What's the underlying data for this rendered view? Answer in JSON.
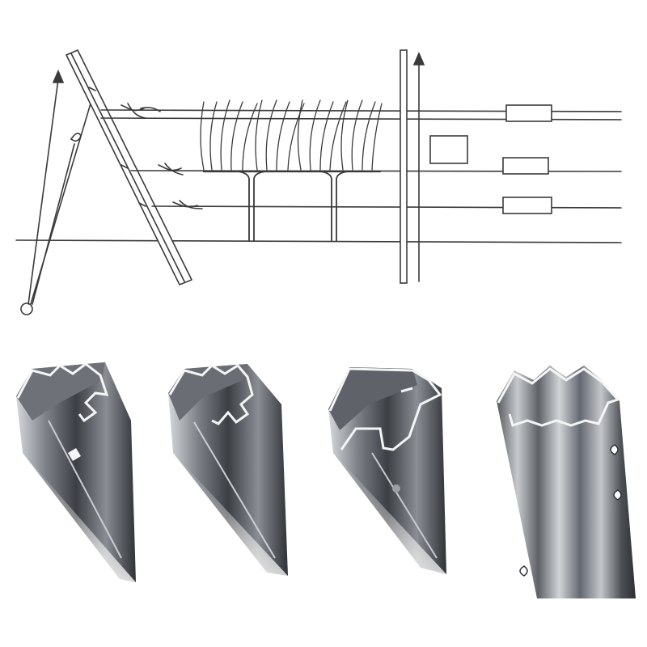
{
  "figure": {
    "background": "#ffffff",
    "line_color": "#3a3a3a",
    "metal_dark": "#3c3f44",
    "metal_mid": "#7d8187",
    "metal_light": "#d6d9dc",
    "edge_highlight": "#f4f5f6"
  },
  "trellis": {
    "elements": [
      "anchor-stake",
      "tie-back-wire",
      "end-post",
      "catch-wires",
      "fruiting-wire",
      "vine-trunks",
      "cane-shoots",
      "line-post",
      "wire-tensioners",
      "label-box"
    ],
    "wire_count": 3,
    "tensioner_count": 3,
    "vine_count": 2,
    "ground_line": true,
    "arrows": [
      "tie-back-direction",
      "line-post-direction"
    ]
  },
  "posts": {
    "profiles": [
      "post-profile-1",
      "post-profile-2",
      "post-profile-3",
      "post-profile-4"
    ],
    "count": 4,
    "notch_detail": true
  }
}
